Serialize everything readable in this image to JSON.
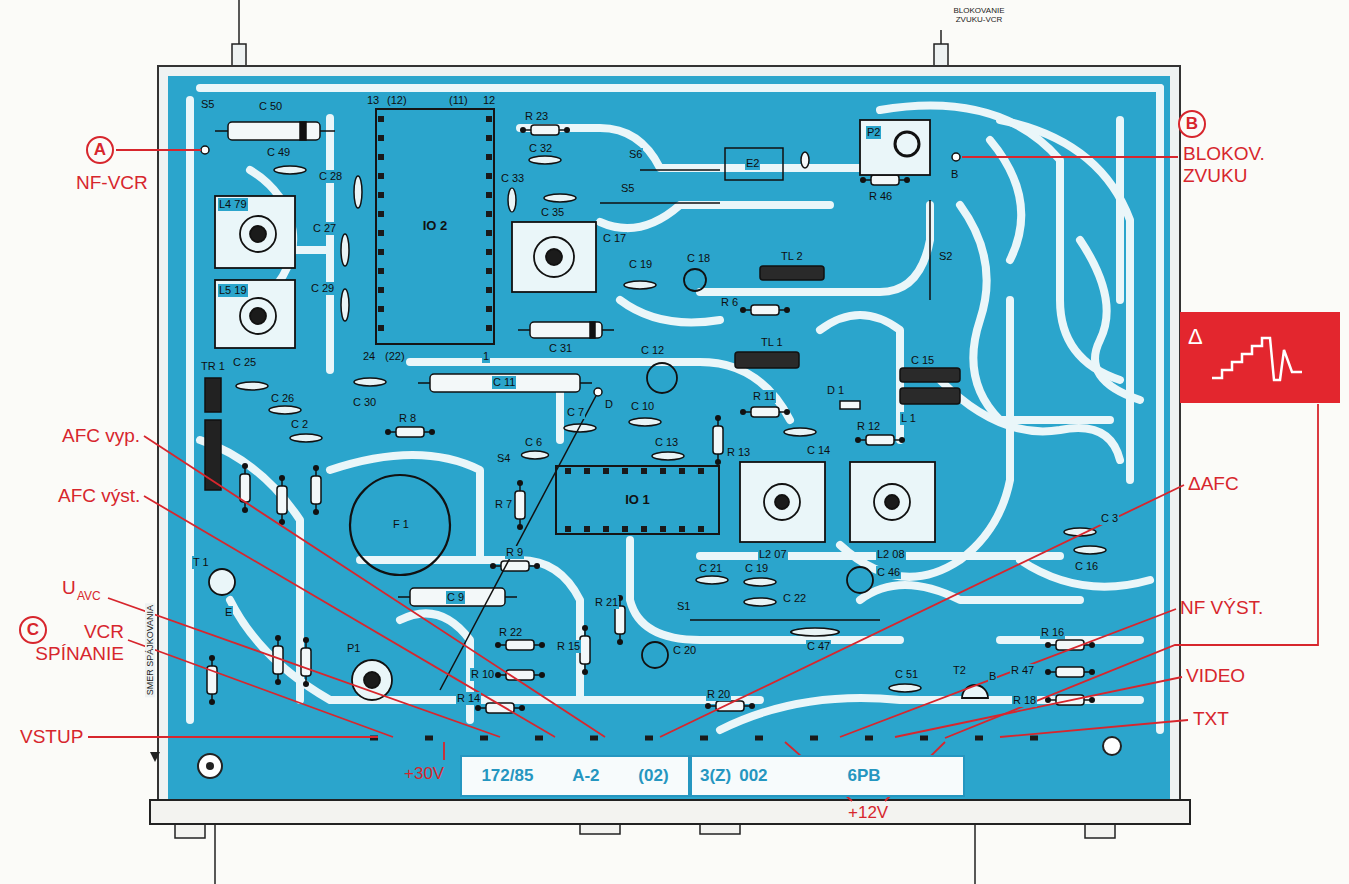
{
  "diagram": {
    "nodes": [
      {
        "text": [
          "A"
        ]
      },
      {
        "text": [
          "B"
        ]
      },
      {
        "text": [
          "C"
        ]
      },
      {
        "text": [
          "IO 2"
        ]
      },
      {
        "text": [
          "IO 1"
        ]
      },
      {
        "text": [
          "Δ"
        ]
      },
      {
        "text": [
          "172/85",
          "A-2",
          "(02)"
        ]
      },
      {
        "text": [
          "3(Z)",
          "002",
          "6PB"
        ]
      }
    ],
    "labels": [
      "BLOKOVANIE ZVUKU-VCR",
      "NF-VCR",
      "BLOKOV. ZVUKU",
      "AFC vyp.",
      "AFC výst.",
      "U",
      "AVC",
      "VCR SPÍNANIE",
      "VSTUP",
      "+30V",
      "+12V",
      "ΔAFC",
      "NF VÝST.",
      "VIDEO",
      "TXT",
      "SMER SPÁJKOVANIA",
      "S5",
      "C 50",
      "C 49",
      "L4 79",
      "L5 19",
      "C 27",
      "C 28",
      "C 29",
      "13",
      "(12)",
      "(11)",
      "12",
      "24",
      "(22)",
      "1",
      "R 23",
      "C 32",
      "C 33",
      "C 35",
      "S6",
      "S5",
      "E2",
      "P2",
      "R 46",
      "S2",
      "B",
      "C 17",
      "C 19",
      "C 18",
      "TL 2",
      "R 6",
      "TL 1",
      "C 31",
      "C 12",
      "C 11",
      "C 25",
      "C 26",
      "C 30",
      "TR 1",
      "C 2",
      "R 8",
      "D",
      "C 7",
      "C 10",
      "C 6",
      "C 13",
      "R 13",
      "R 11",
      "D 1",
      "R 12",
      "C 15",
      "L 1",
      "C 14",
      "R 7",
      "S4",
      "L2 07",
      "L2 08",
      "F 1",
      "T 1",
      "E",
      "R 9",
      "C 9",
      "R 21",
      "R 22",
      "R 10",
      "R 15",
      "C 20",
      "C 21",
      "C 19",
      "C 22",
      "C 46",
      "C 47",
      "C 16",
      "C 3",
      "S1",
      "P1",
      "R 14",
      "R 20",
      "C 51",
      "T2",
      "B",
      "R 16",
      "R 47",
      "R 18"
    ]
  }
}
